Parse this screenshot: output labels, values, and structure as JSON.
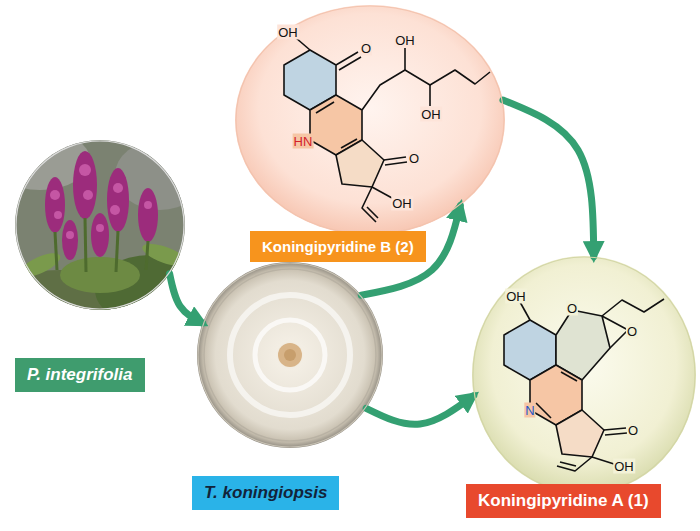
{
  "diagram": {
    "nodes": [
      {
        "text": [
          "P. integrifolia"
        ]
      },
      {
        "text": [
          "T. koningiopsis"
        ]
      },
      {
        "text": [
          "Koningipyridine B (2)"
        ]
      },
      {
        "text": [
          "Koningipyridine A (1)"
        ]
      }
    ],
    "edges": [
      {
        "from": 0,
        "to": 1,
        "arrow": "to"
      },
      {
        "from": 1,
        "to": 2,
        "arrow": "to"
      },
      {
        "from": 2,
        "to": 3,
        "arrow": "to"
      },
      {
        "from": 1,
        "to": 3,
        "arrow": "to"
      }
    ],
    "labels": [
      "OH",
      "O",
      "OH",
      "OH",
      "HN",
      "O",
      "OH",
      "OH",
      "O",
      "O",
      "N",
      "O",
      "OH"
    ]
  }
}
